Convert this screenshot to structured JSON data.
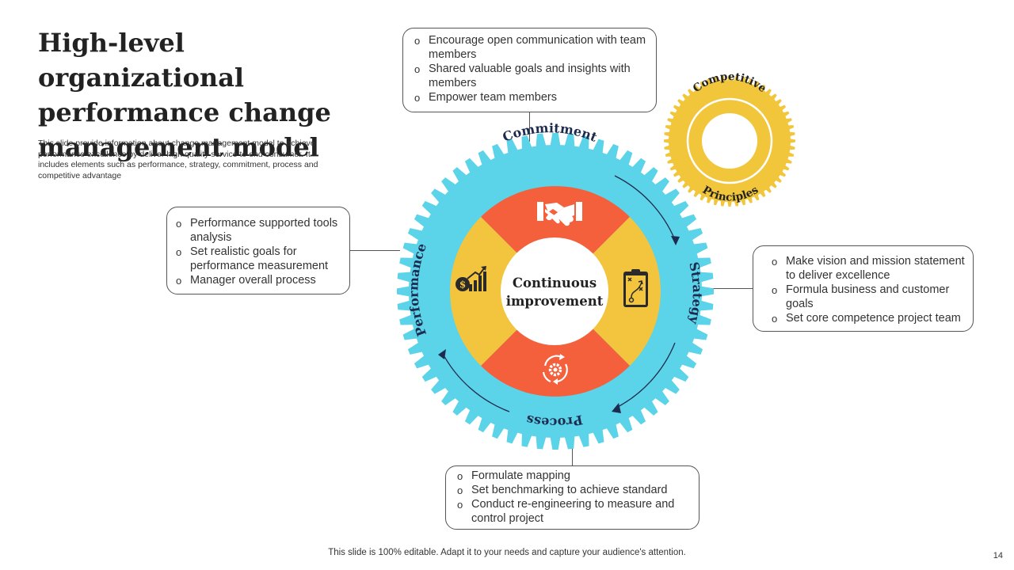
{
  "title": "High-level organizational performance change management model",
  "description": "This slide provide information about change management model to achieve performance excellence by deliver high quality service to end consumer. It includes elements such as performance, strategy, commitment, process and competitive advantage",
  "center_label": [
    "Continuous",
    "improvement"
  ],
  "ring_labels": {
    "commitment": "Commitment",
    "strategy": "Strategy",
    "process": "Process",
    "performance": "Performance"
  },
  "badge": {
    "top": "Competitive",
    "bottom": "Principles"
  },
  "boxes": {
    "commitment": [
      "Encourage open communication with team members",
      "Shared valuable goals and insights with members",
      "Empower team members"
    ],
    "performance": [
      "Performance supported tools analysis",
      "Set realistic goals for performance measurement",
      "Manager overall process"
    ],
    "strategy": [
      "Make vision and mission statement to deliver excellence",
      "Formula business and customer goals",
      "Set core competence project team"
    ],
    "process": [
      "Formulate mapping",
      "Set benchmarking to achieve standard",
      "Conduct re-engineering to measure and control project"
    ]
  },
  "icons": [
    "handshake-icon",
    "strategy-board-icon",
    "gear-cycle-icon",
    "growth-chart-icon"
  ],
  "colors": {
    "ring": "#5BD3E8",
    "red": "#F4603C",
    "yellow": "#F3C53F",
    "gold": "#F2C63B",
    "text": "#222222"
  },
  "footer": "This slide is 100% editable. Adapt it to your needs and capture your audience's attention.",
  "page_number": "14"
}
